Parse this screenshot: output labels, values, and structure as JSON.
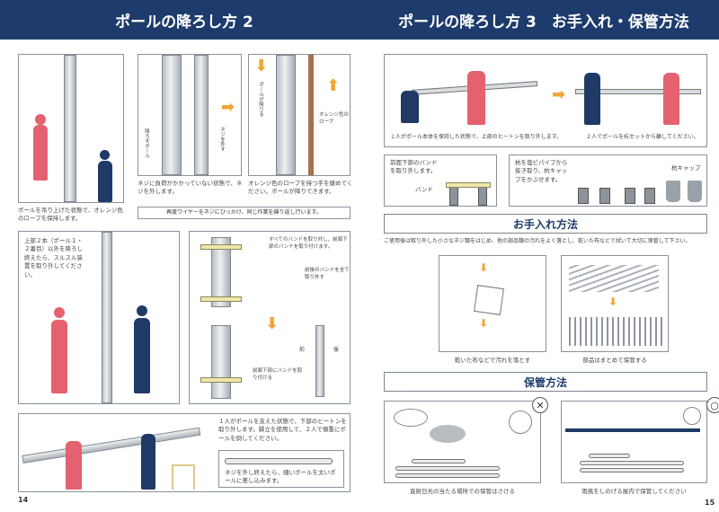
{
  "left_page": {
    "title": "ポールの降ろし方 2",
    "page_number": "14",
    "panel1_caption": "ポールを吊り上げた状態で、オレンジ色のロープを保持します。",
    "panel2": {
      "label_pole": "降ろすポール",
      "label_screw": "ネジを外す",
      "caption": "ネジに負荷がかかっていない状態で、ネジを外します。"
    },
    "panel3": {
      "label_down": "ポールが降りる",
      "label_rope": "オレンジ色のロープ",
      "caption": "オレンジ色のロープを持つ手を緩めてください。ポールが降りてきます。"
    },
    "repeat_note": "再度ワイヤーをネジにひっかけ、同じ作業を繰り返し行います。",
    "panel4_text": "上部２本（ポール１・２番目）以外を降ろし終えたら、スルスル装置を取り外してください。",
    "panel5": {
      "text1": "すべてのバンドを取り外し、前面下部のバンドを取り付けます。",
      "text2": "前後のバンドを全て取り外す",
      "text3": "前面下部にバンドを取り付ける",
      "front": "前",
      "back": "後"
    },
    "panel6": {
      "text": "１人がポールを支えた状態で、下部のヒートンを取り外します。脚立を使用して、２人で慎重にポールを倒してください。",
      "sub": "ネジを外し終えたら、細いポールを太いポールに差し込みます。"
    }
  },
  "right_page": {
    "title": "ポールの降ろし方 3　お手入れ・保管方法",
    "page_number": "15",
    "step1": "１人がポール本体を保持した状態で、上部のヒートンを取り外します。",
    "step2": "２人でポールを杭セットから離してください。",
    "band_text": "前面下部のバンドを取り外します。",
    "band_label": "バンド",
    "stake_text": "杭を塩ビパイプから抜き取り、杭キャップをかぶせます。",
    "stake_cap": "杭キャップ",
    "care_title": "お手入れ方法",
    "care_text": "ご使用後は取り外した小さなネジ類をはじめ、他の部品類の汚れをよく落とし、乾いた布などで拭いて大切に保管して下さい。",
    "care_caption1": "乾いた布などで汚れを落とす",
    "care_caption2": "部品はまとめて保管する",
    "storage_title": "保管方法",
    "bad_mark": "✕",
    "good_mark": "○",
    "storage_bad": "直射日光の当たる場所での保管はさける",
    "storage_good": "雨風をしのげる屋内で保管してください"
  },
  "colors": {
    "header": "#1d3b6c",
    "red_figure": "#e4616f",
    "navy_figure": "#1f3a66",
    "arrow": "#f0a53a"
  }
}
